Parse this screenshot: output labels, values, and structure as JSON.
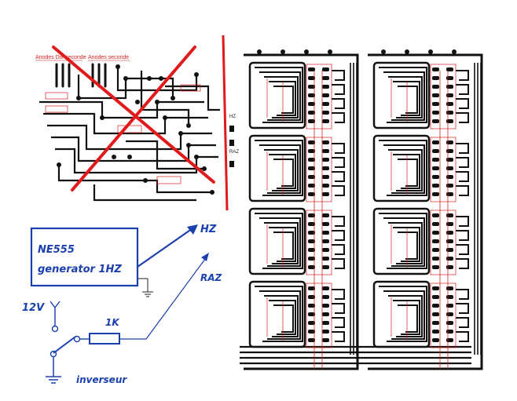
{
  "pcb_top": {
    "header_left": "Anodes Dix-seconde",
    "header_right": "Anodes seconde",
    "crossed_out": true
  },
  "pcb_main": {
    "labels": [
      "HZ",
      "RAZ"
    ]
  },
  "schematic": {
    "box_line1": "NE555",
    "box_line2": "generator 1HZ",
    "out_hz": "HZ",
    "out_raz": "RAZ",
    "supply": "12V",
    "resistor": "1K",
    "switch": "inverseur"
  },
  "colors": {
    "annotation": "#1a3fae",
    "cross": "#e01a1a",
    "trace": "#111111",
    "pcb_red": "#d42020"
  }
}
